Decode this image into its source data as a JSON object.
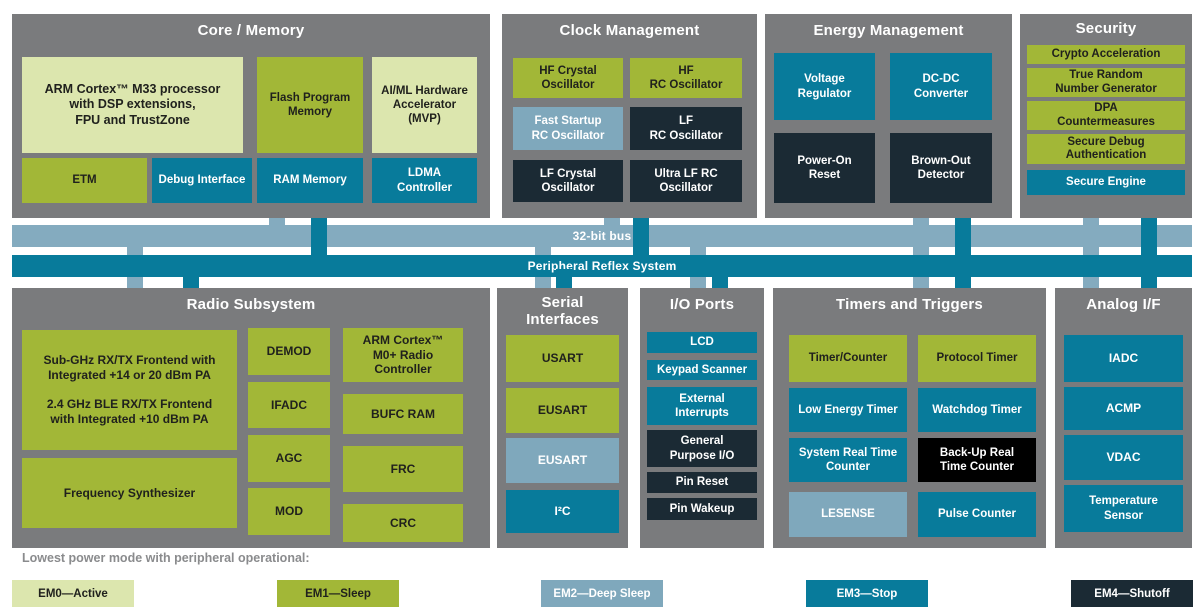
{
  "palette": {
    "em0_active": "#dce6ae",
    "em1_sleep": "#a2b737",
    "em2_deep_sleep": "#7fa8bc",
    "em3_stop": "#087b9b",
    "em4_shutoff": "#1b2a34",
    "em4_black": "#000000",
    "section_gray": "#7a7b7d",
    "bus_light_blue": "#84abbf",
    "bus_teal": "#087b9b"
  },
  "buses": {
    "bus32": {
      "label": "32-bit bus"
    },
    "prs": {
      "label": "Peripheral Reflex System"
    }
  },
  "sections": {
    "core_memory": {
      "title": "Core / Memory",
      "blocks": {
        "arm_m33": {
          "label": "ARM Cortex™ M33 processor\nwith DSP extensions,\nFPU and TrustZone",
          "mode": "em0"
        },
        "flash": {
          "label": "Flash Program\nMemory",
          "mode": "em1"
        },
        "aiml": {
          "label": "AI/ML Hardware\nAccelerator\n(MVP)",
          "mode": "em0"
        },
        "etm": {
          "label": "ETM",
          "mode": "em1"
        },
        "debug_interface": {
          "label": "Debug Interface",
          "mode": "em3"
        },
        "ram_memory": {
          "label": "RAM Memory",
          "mode": "em3"
        },
        "ldma": {
          "label": "LDMA\nController",
          "mode": "em3"
        }
      }
    },
    "clock_management": {
      "title": "Clock Management",
      "blocks": {
        "hf_crystal": {
          "label": "HF Crystal\nOscillator",
          "mode": "em1"
        },
        "hf_rc": {
          "label": "HF\nRC Oscillator",
          "mode": "em1"
        },
        "fast_startup_rc": {
          "label": "Fast Startup\nRC Oscillator",
          "mode": "em2"
        },
        "lf_rc": {
          "label": "LF\nRC Oscillator",
          "mode": "em4"
        },
        "lf_crystal": {
          "label": "LF Crystal\nOscillator",
          "mode": "em4"
        },
        "ultra_lf_rc": {
          "label": "Ultra LF RC\nOscillator",
          "mode": "em4"
        }
      }
    },
    "energy_management": {
      "title": "Energy Management",
      "blocks": {
        "voltage_regulator": {
          "label": "Voltage\nRegulator",
          "mode": "em3"
        },
        "dcdc": {
          "label": "DC-DC\nConverter",
          "mode": "em3"
        },
        "power_on_reset": {
          "label": "Power-On\nReset",
          "mode": "em4"
        },
        "brown_out": {
          "label": "Brown-Out\nDetector",
          "mode": "em4"
        }
      }
    },
    "security": {
      "title": "Security",
      "blocks": {
        "crypto": {
          "label": "Crypto Acceleration",
          "mode": "em1"
        },
        "trng": {
          "label": "True Random\nNumber Generator",
          "mode": "em1"
        },
        "dpa": {
          "label": "DPA\nCountermeasures",
          "mode": "em1"
        },
        "secure_debug": {
          "label": "Secure Debug\nAuthentication",
          "mode": "em1"
        },
        "secure_engine": {
          "label": "Secure Engine",
          "mode": "em3"
        }
      }
    },
    "radio": {
      "title": "Radio Subsystem",
      "blocks": {
        "frontend": {
          "label": "Sub-GHz RX/TX Frontend with\nIntegrated +14 or 20 dBm PA\n\n2.4 GHz BLE RX/TX Frontend\nwith Integrated +10 dBm PA",
          "mode": "em1"
        },
        "freq_synth": {
          "label": "Frequency Synthesizer",
          "mode": "em1"
        },
        "demod": {
          "label": "DEMOD",
          "mode": "em1"
        },
        "ifadc": {
          "label": "IFADC",
          "mode": "em1"
        },
        "agc": {
          "label": "AGC",
          "mode": "em1"
        },
        "mod": {
          "label": "MOD",
          "mode": "em1"
        },
        "arm_m0": {
          "label": "ARM Cortex™\nM0+ Radio\nController",
          "mode": "em1"
        },
        "bufc_ram": {
          "label": "BUFC RAM",
          "mode": "em1"
        },
        "frc": {
          "label": "FRC",
          "mode": "em1"
        },
        "crc": {
          "label": "CRC",
          "mode": "em1"
        }
      }
    },
    "serial": {
      "title": "Serial\nInterfaces",
      "blocks": {
        "usart": {
          "label": "USART",
          "mode": "em1"
        },
        "eusart1": {
          "label": "EUSART",
          "mode": "em1"
        },
        "eusart2": {
          "label": "EUSART",
          "mode": "em2"
        },
        "i2c": {
          "label": "I²C",
          "mode": "em3"
        }
      }
    },
    "io_ports": {
      "title": "I/O Ports",
      "blocks": {
        "lcd": {
          "label": "LCD",
          "mode": "em3"
        },
        "keypad": {
          "label": "Keypad Scanner",
          "mode": "em3"
        },
        "ext_interrupts": {
          "label": "External\nInterrupts",
          "mode": "em3"
        },
        "gpio": {
          "label": "General\nPurpose I/O",
          "mode": "em4"
        },
        "pin_reset": {
          "label": "Pin Reset",
          "mode": "em4"
        },
        "pin_wakeup": {
          "label": "Pin Wakeup",
          "mode": "em4"
        }
      }
    },
    "timers": {
      "title": "Timers and Triggers",
      "blocks": {
        "timer_counter": {
          "label": "Timer/Counter",
          "mode": "em1"
        },
        "protocol_timer": {
          "label": "Protocol Timer",
          "mode": "em1"
        },
        "low_energy_timer": {
          "label": "Low Energy Timer",
          "mode": "em3"
        },
        "watchdog": {
          "label": "Watchdog Timer",
          "mode": "em3"
        },
        "srtc": {
          "label": "System Real Time\nCounter",
          "mode": "em3"
        },
        "burtc": {
          "label": "Back-Up Real\nTime Counter",
          "mode": "em4b"
        },
        "lesense": {
          "label": "LESENSE",
          "mode": "em2"
        },
        "pulse_counter": {
          "label": "Pulse Counter",
          "mode": "em3"
        }
      }
    },
    "analog": {
      "title": "Analog I/F",
      "blocks": {
        "iadc": {
          "label": "IADC",
          "mode": "em3"
        },
        "acmp": {
          "label": "ACMP",
          "mode": "em3"
        },
        "vdac": {
          "label": "VDAC",
          "mode": "em3"
        },
        "temp_sensor": {
          "label": "Temperature\nSensor",
          "mode": "em3"
        }
      }
    }
  },
  "legend": {
    "caption": "Lowest power mode with peripheral operational:",
    "items": [
      {
        "label": "EM0—Active",
        "mode": "em0"
      },
      {
        "label": "EM1—Sleep",
        "mode": "em1"
      },
      {
        "label": "EM2—Deep Sleep",
        "mode": "em2"
      },
      {
        "label": "EM3—Stop",
        "mode": "em3"
      },
      {
        "label": "EM4—Shutoff",
        "mode": "em4"
      }
    ]
  }
}
